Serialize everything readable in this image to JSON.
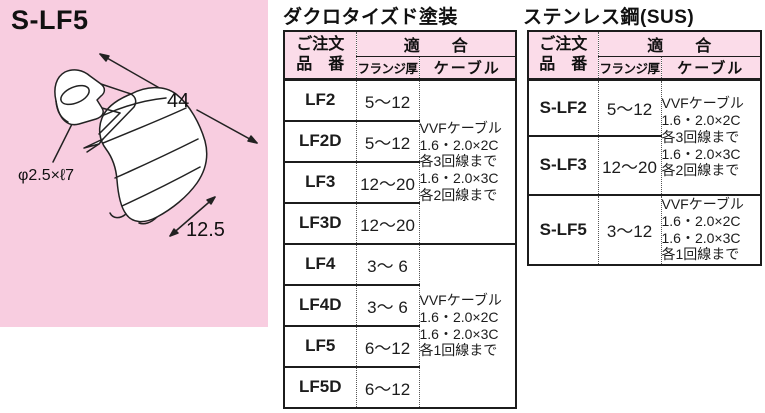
{
  "panel": {
    "title": "S-LF5",
    "dims": {
      "length": "44",
      "width": "12.5",
      "hole": "φ2.5×ℓ7"
    }
  },
  "tables": [
    {
      "title": "ダクロタイズド塗装",
      "header": {
        "order_line1": "ご注文",
        "order_line2": "品　番",
        "fit": "適　　合",
        "flange": "フランジ厚",
        "cable": "ケーブル"
      },
      "rows": [
        {
          "code": "LF2",
          "flange": "5〜12"
        },
        {
          "code": "LF2D",
          "flange": "5〜12"
        },
        {
          "code": "LF3",
          "flange": "12〜20"
        },
        {
          "code": "LF3D",
          "flange": "12〜20"
        },
        {
          "code": "LF4",
          "flange": "3〜 6"
        },
        {
          "code": "LF4D",
          "flange": "3〜 6"
        },
        {
          "code": "LF5",
          "flange": "6〜12"
        },
        {
          "code": "LF5D",
          "flange": "6〜12"
        }
      ],
      "cable_groups": [
        {
          "text": "VVFケーブル\n1.6・2.0×2C\n各3回線まで\n1.6・2.0×3C\n各2回線まで"
        },
        {
          "text": "VVFケーブル\n1.6・2.0×2C\n1.6・2.0×3C\n各1回線まで"
        }
      ]
    },
    {
      "title": "ステンレス鋼(SUS)",
      "header": {
        "order_line1": "ご注文",
        "order_line2": "品　番",
        "fit": "適　　合",
        "flange": "フランジ厚",
        "cable": "ケーブル"
      },
      "rows": [
        {
          "code": "S-LF2",
          "flange": "5〜12"
        },
        {
          "code": "S-LF3",
          "flange": "12〜20"
        },
        {
          "code": "S-LF5",
          "flange": "3〜12"
        }
      ],
      "cable_groups": [
        {
          "text": "VVFケーブル\n1.6・2.0×2C\n各3回線まで\n1.6・2.0×3C\n各2回線まで"
        },
        {
          "text": "VVFケーブル\n1.6・2.0×2C\n1.6・2.0×3C\n各1回線まで"
        }
      ]
    }
  ],
  "colors": {
    "panel_pink": "#f8cde0",
    "header_pink": "#fbdce9",
    "line_black": "#1c1c1c"
  }
}
